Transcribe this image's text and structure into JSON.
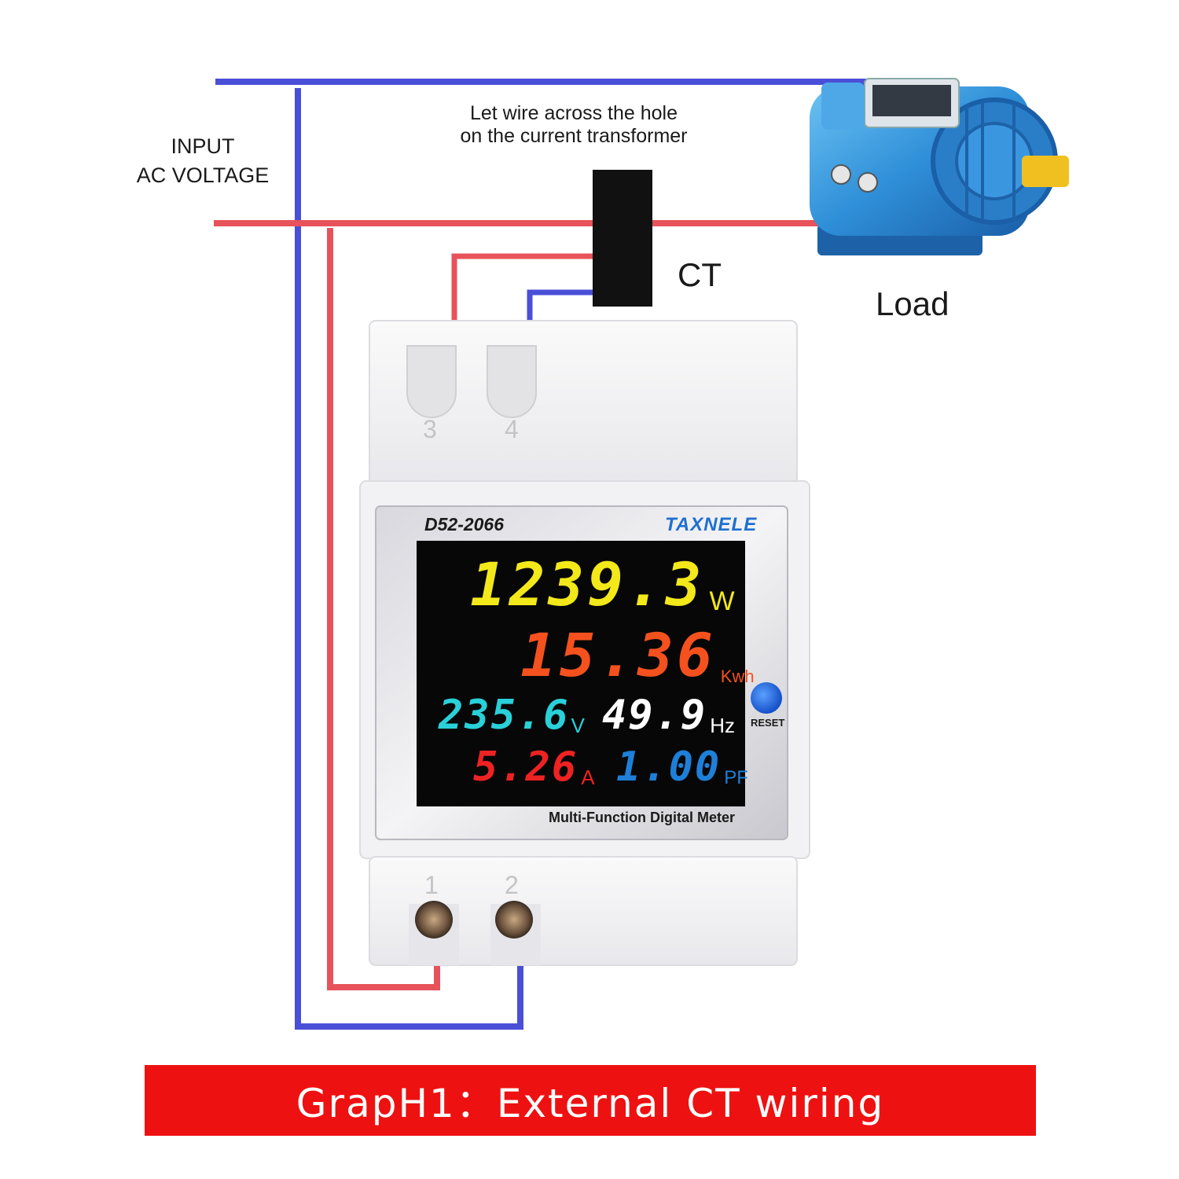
{
  "labels": {
    "input_line1": "INPUT",
    "input_line2": "AC VOLTAGE",
    "ct_note_line1": "Let wire across the hole",
    "ct_note_line2": "on the current transformer",
    "ct": "CT",
    "load": "Load"
  },
  "meter": {
    "model": "D52-2066",
    "brand": "TAXNELE",
    "subtitle": "Multi-Function Digital Meter",
    "reset_label": "RESET",
    "terminals_top": [
      "3",
      "4"
    ],
    "terminals_bottom": [
      "1",
      "2"
    ],
    "display": {
      "power": {
        "value": "1239.3",
        "unit": "W",
        "color": "#f2e81a"
      },
      "energy": {
        "value": "15.36",
        "unit": "Kwh",
        "color": "#f4511e"
      },
      "voltage": {
        "value": "235.6",
        "unit": "V",
        "color": "#29d0d8"
      },
      "frequency": {
        "value": "49.9",
        "unit": "Hz",
        "color": "#ffffff"
      },
      "current": {
        "value": "5.26",
        "unit": "A",
        "color": "#ee2222"
      },
      "power_factor": {
        "value": "1.00",
        "unit": "PF",
        "color": "#1e7fd8"
      }
    }
  },
  "caption": "GrapH1：External CT wiring",
  "colors": {
    "live_wire": "#e8525a",
    "neutral_wire": "#4a4fd8",
    "caption_bg": "#ee1111",
    "motor_body": "#2f8fd8"
  }
}
